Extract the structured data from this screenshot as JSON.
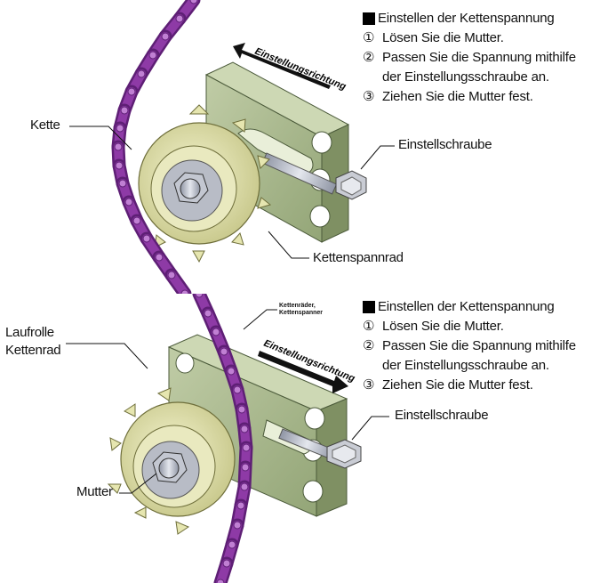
{
  "top_figure": {
    "instructions": {
      "title": "Einstellen der Kettenspannung",
      "steps": [
        {
          "num": "①",
          "text": "Lösen Sie die Mutter."
        },
        {
          "num": "②",
          "text": "Passen Sie die Spannung mithilfe",
          "cont": "der Einstellungsschraube an."
        },
        {
          "num": "③",
          "text": "Ziehen Sie die Mutter fest."
        }
      ]
    },
    "labels": {
      "chain": "Kette",
      "adjust_screw": "Einstellschraube",
      "sprocket": "Kettenspannrad",
      "direction": "Einstellungsrichtung"
    }
  },
  "bottom_figure": {
    "instructions": {
      "title": "Einstellen der Kettenspannung",
      "steps": [
        {
          "num": "①",
          "text": "Lösen Sie die Mutter."
        },
        {
          "num": "②",
          "text": "Passen Sie die Spannung mithilfe",
          "cont": "der Einstellungsschraube an."
        },
        {
          "num": "③",
          "text": "Ziehen Sie die Mutter fest."
        }
      ]
    },
    "labels": {
      "roller_line1": "Laufrolle",
      "roller_line2": "Kettenrad",
      "small_line1": "Kettenräder,",
      "small_line2": "Kettenspanner",
      "direction": "Einstellungsrichtung",
      "adjust_screw": "Einstellschraube",
      "nut": "Mutter"
    }
  },
  "colors": {
    "chain": "#8e3aa6",
    "chain_dark": "#5e1f75",
    "chain_light": "#c07fd3",
    "plate": "#a9b98f",
    "plate_dark": "#7d8e66",
    "sprocket": "#dcdca0",
    "sprocket_dark": "#a8a86a",
    "bolt": "#b7bcc8"
  }
}
